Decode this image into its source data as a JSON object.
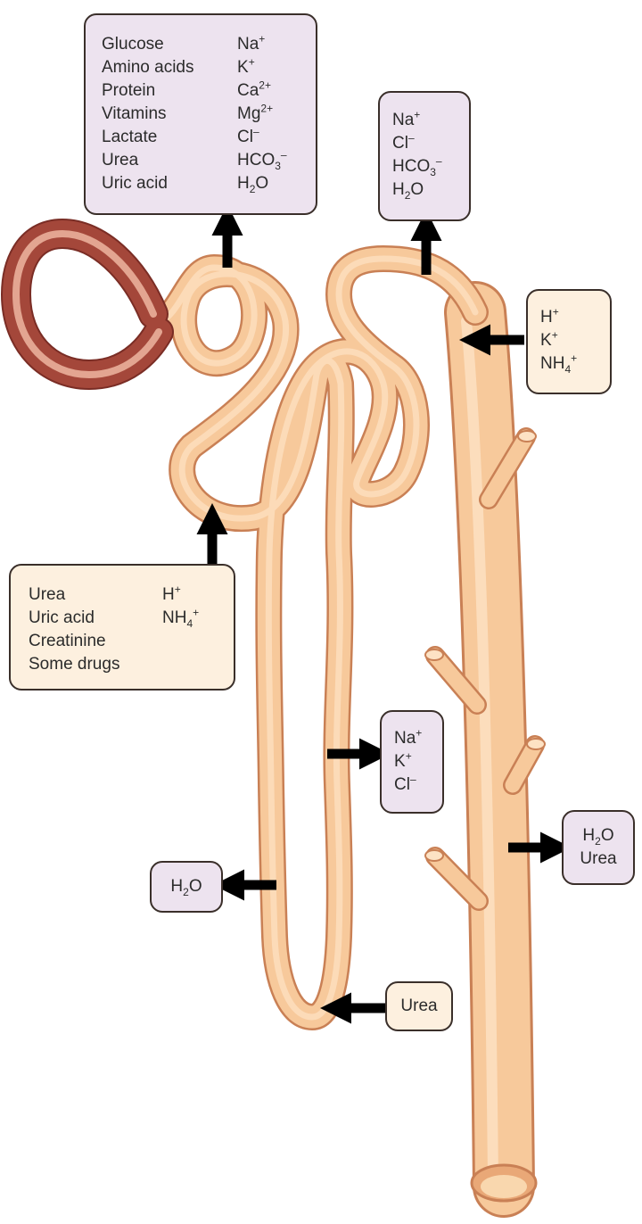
{
  "colors": {
    "tubule_fill": "#f7c99b",
    "tubule_light": "#fde2c4",
    "tubule_outline": "#c98055",
    "capsule_fill": "#a4473a",
    "capsule_inner": "#e3a591",
    "box_purple": "#ede3ef",
    "box_cream": "#fdf0df",
    "arrow": "#000000"
  },
  "boxes": {
    "pct_reabsorption": {
      "left": [
        {
          "text": "Glucose"
        },
        {
          "text": "Amino acids"
        },
        {
          "text": "Protein"
        },
        {
          "text": "Vitamins"
        },
        {
          "text": "Lactate"
        },
        {
          "text": "Urea"
        },
        {
          "text": "Uric acid"
        }
      ],
      "right": [
        {
          "text": "Na",
          "sup": "+"
        },
        {
          "text": "K",
          "sup": "+"
        },
        {
          "text": "Ca",
          "sup": "2+"
        },
        {
          "text": "Mg",
          "sup": "2+"
        },
        {
          "text": "Cl",
          "sup": "–"
        },
        {
          "text": "HCO",
          "sub": "3",
          "sup": "–"
        },
        {
          "text": "H",
          "sub": "2",
          "after": "O"
        }
      ]
    },
    "dct_reabsorption": [
      {
        "text": "Na",
        "sup": "+"
      },
      {
        "text": "Cl",
        "sup": "–"
      },
      {
        "text": "HCO",
        "sub": "3",
        "sup": "–"
      },
      {
        "text": "H",
        "sub": "2",
        "after": "O"
      }
    ],
    "dct_secretion": [
      {
        "text": "H",
        "sup": "+"
      },
      {
        "text": "K",
        "sup": "+"
      },
      {
        "text": "NH",
        "sub": "4",
        "sup": "+"
      }
    ],
    "pct_secretion": {
      "left": [
        {
          "text": "Urea"
        },
        {
          "text": "Uric acid"
        },
        {
          "text": "Creatinine"
        },
        {
          "text": "Some drugs"
        }
      ],
      "right": [
        {
          "text": "H",
          "sup": "+"
        },
        {
          "text": "NH",
          "sub": "4",
          "sup": "+"
        }
      ]
    },
    "ascending_limb": [
      {
        "text": "Na",
        "sup": "+"
      },
      {
        "text": "K",
        "sup": "+"
      },
      {
        "text": "Cl",
        "sup": "–"
      }
    ],
    "descending_limb": [
      {
        "text": "H",
        "sub": "2",
        "after": "O"
      }
    ],
    "collecting_duct": [
      {
        "text": "H",
        "sub": "2",
        "after": "O"
      },
      {
        "text": "Urea"
      }
    ],
    "loop_tip": [
      {
        "text": "Urea"
      }
    ]
  }
}
